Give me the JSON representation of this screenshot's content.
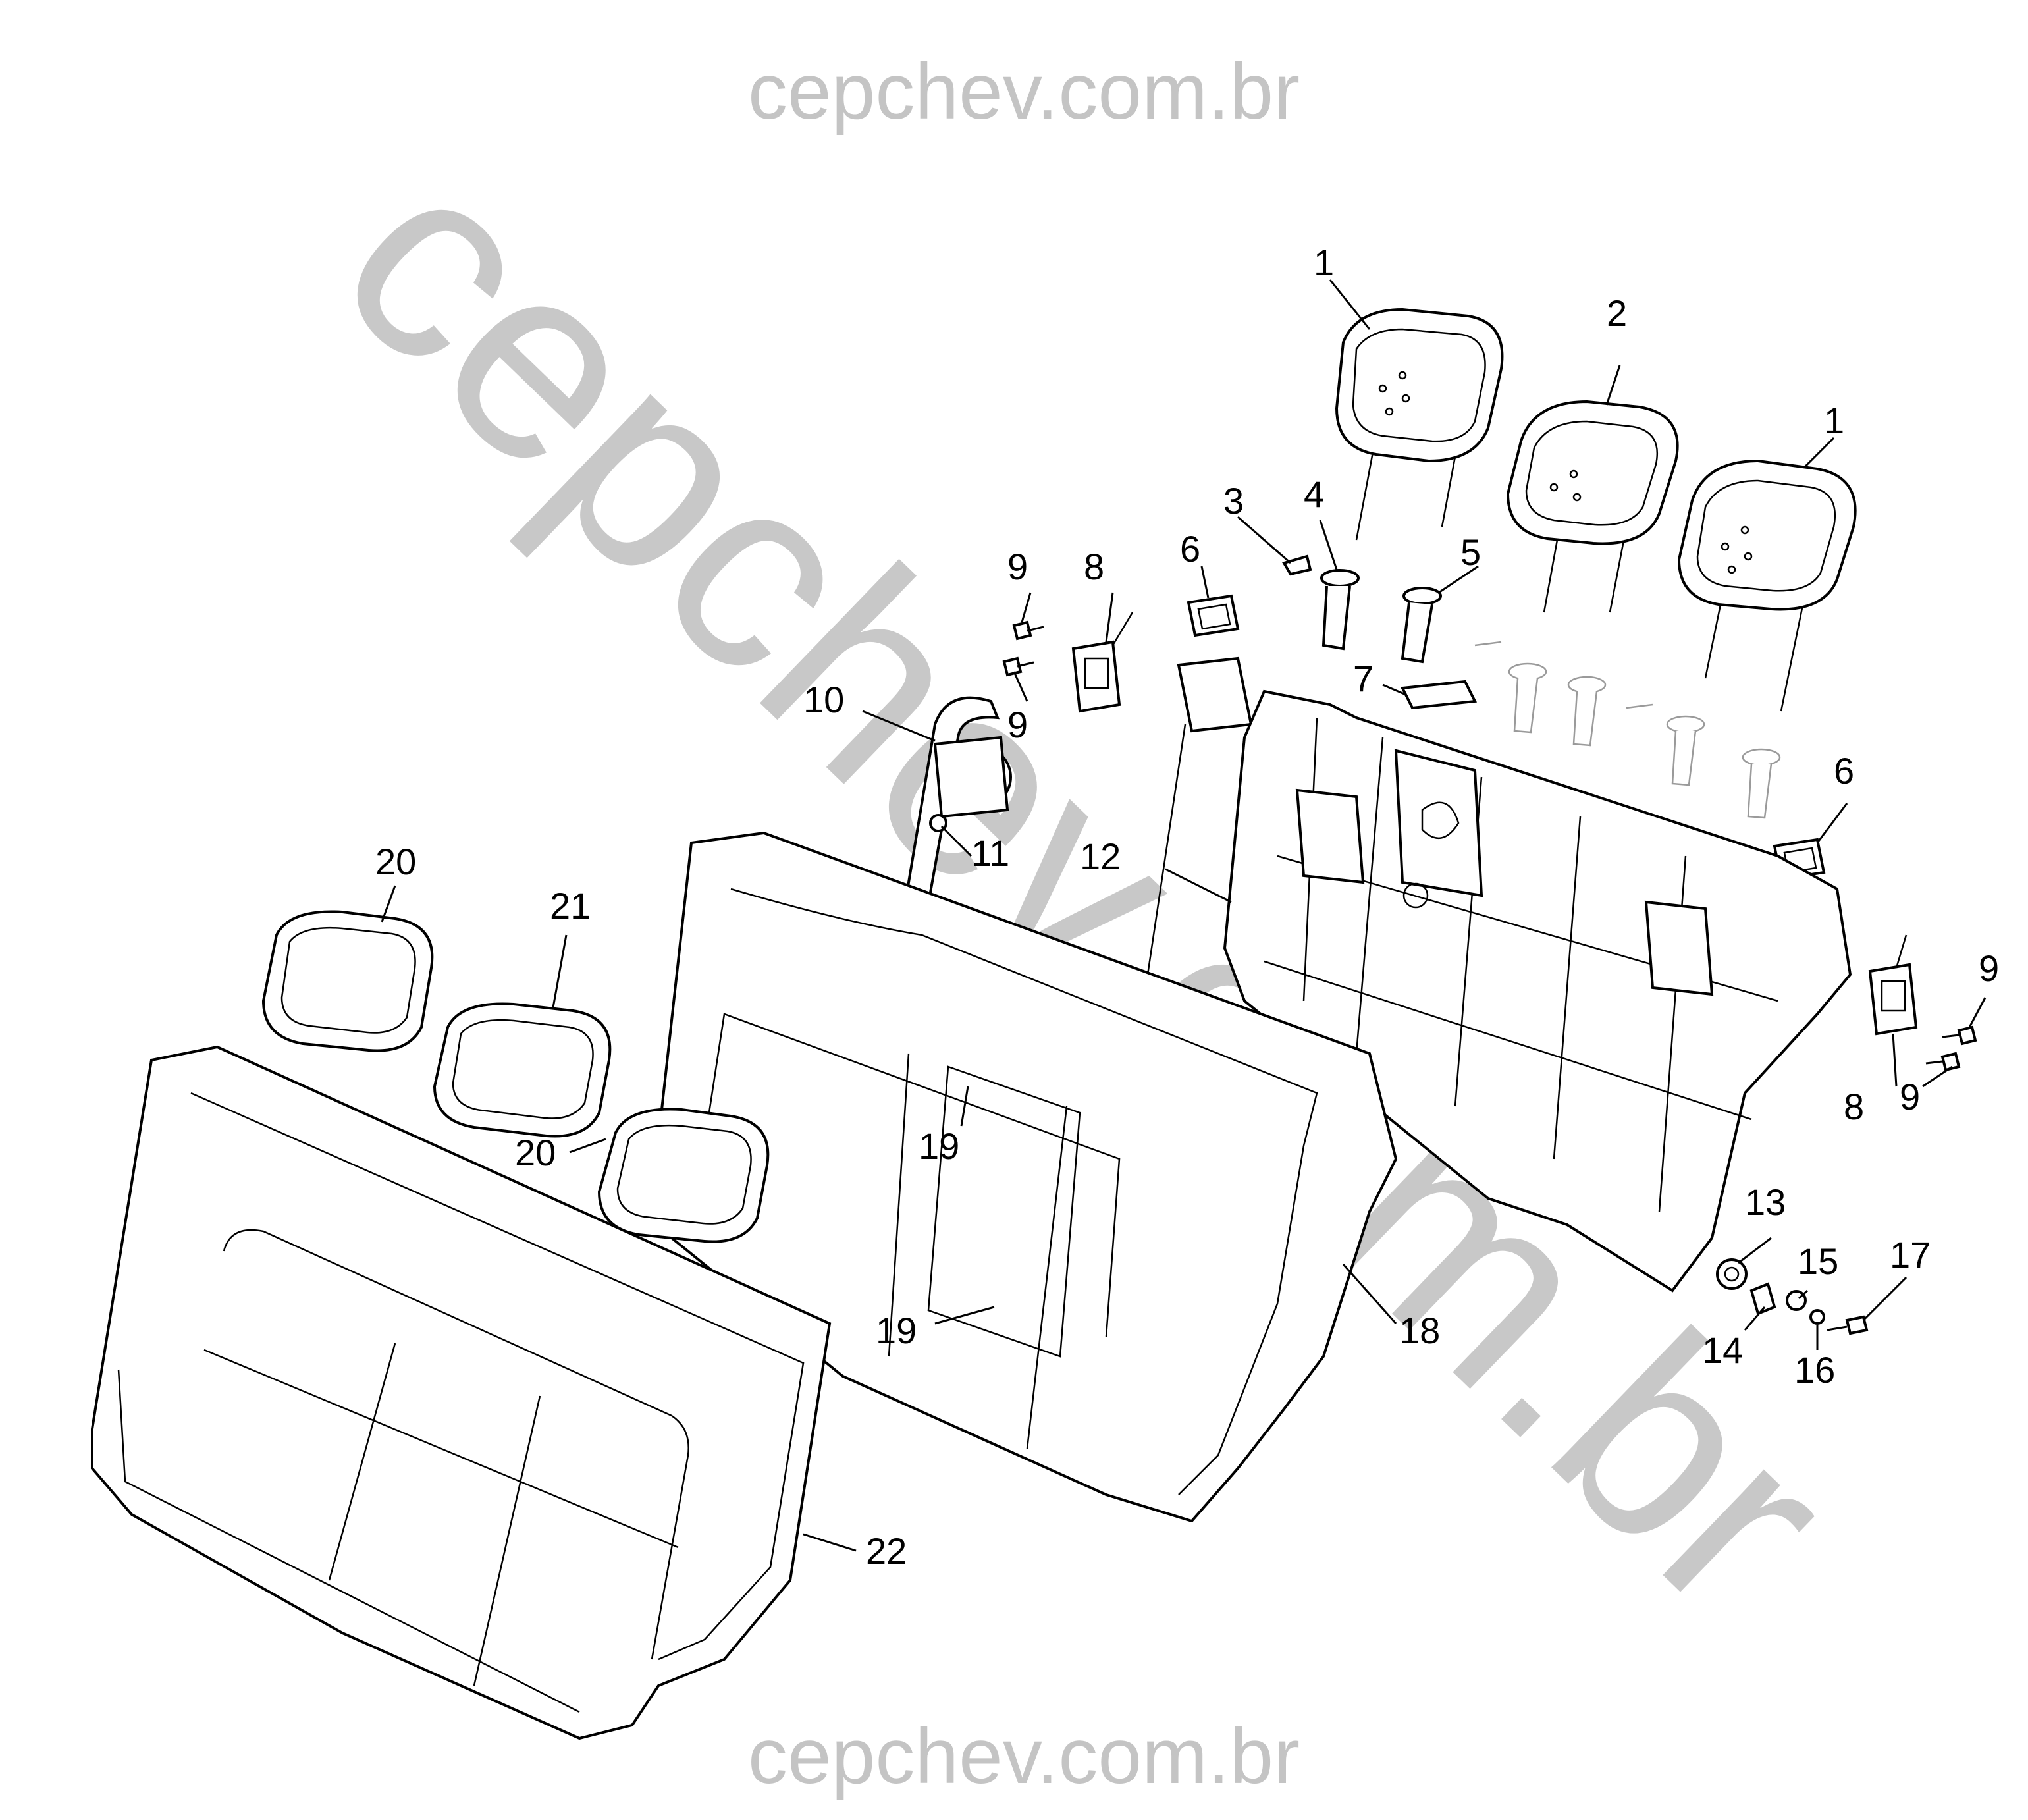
{
  "watermark": {
    "top": "cepchev.com.br",
    "bottom": "cepchev.com.br",
    "diagonal": "cepchev.com.br"
  },
  "callouts": [
    "1",
    "2",
    "1",
    "3",
    "4",
    "5",
    "6",
    "7",
    "8",
    "9",
    "9",
    "10",
    "11",
    "12",
    "6",
    "9",
    "8",
    "9",
    "13",
    "15",
    "17",
    "14",
    "16",
    "18",
    "19",
    "19",
    "20",
    "21",
    "20",
    "22"
  ],
  "colors": {
    "line": "#000000",
    "watermark": "#c4c4c4",
    "background": "#ffffff"
  }
}
